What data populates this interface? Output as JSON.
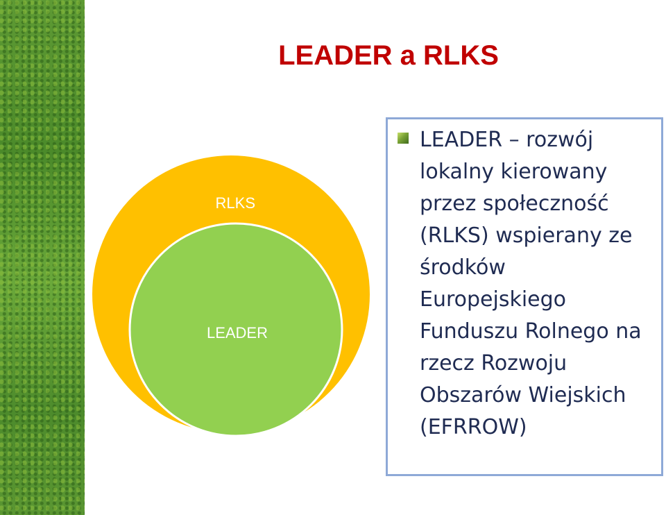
{
  "title": "LEADER a RLKS",
  "diagram": {
    "outer_label": "RLKS",
    "inner_label": "LEADER",
    "colors": {
      "outer": "#ffc000",
      "inner": "#92d050",
      "outline": "#ffffff"
    }
  },
  "text_box": {
    "text": "LEADER – rozwój\nlokalny kierowany\nprzez społeczność\n(RLKS) wspierany ze\nśrodków\nEuropejskiego\nFunduszu Rolnego na\nrzecz Rozwoju\nObszarów Wiejskich\n(EFRROW)"
  },
  "colors": {
    "title": "#c00000",
    "box_border": "#8ea9d7",
    "body_text": "#1f2b52"
  }
}
